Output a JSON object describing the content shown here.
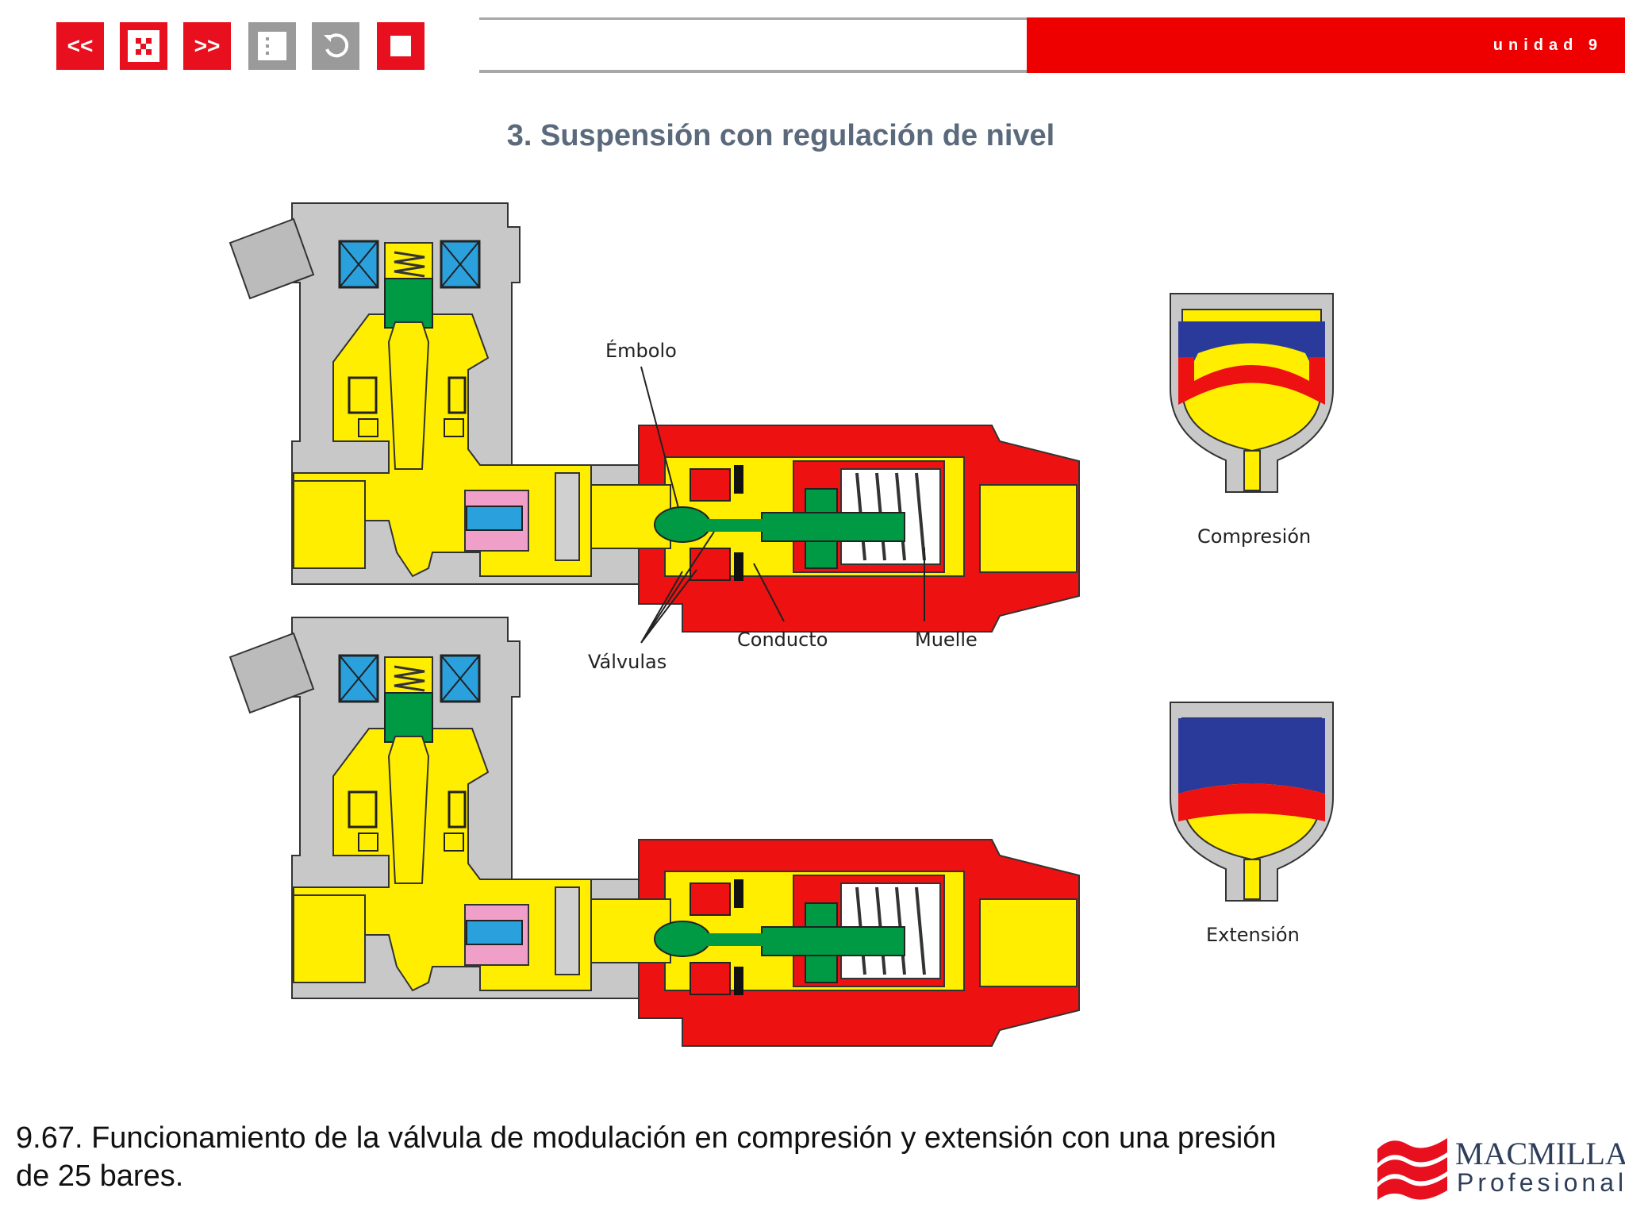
{
  "toolbar": {
    "prev_label": "<<",
    "next_label": ">>",
    "unit_label": "unidad 9"
  },
  "slide": {
    "title": "3. Suspensión con regulación de nivel",
    "caption": "9.67. Funcionamiento de la válvula de modulación en compresión y extensión con una presión de 25 bares."
  },
  "diagram": {
    "labels": {
      "embolo": "Émbolo",
      "valvulas": "Válvulas",
      "conducto": "Conducto",
      "muelle": "Muelle",
      "compresion": "Compresión",
      "extension": "Extensión"
    },
    "colors": {
      "housing_grey": "#c8c8c8",
      "fluid_yellow": "#ffee00",
      "body_red": "#ee1111",
      "piston_green": "#009944",
      "gas_blue": "#2a3a9a",
      "coil_blue": "#2aa0dd",
      "pink": "#f0a0c8"
    }
  },
  "brand": {
    "name": "MACMILLAN",
    "sub": "Profesional",
    "color": "#e8101e"
  }
}
